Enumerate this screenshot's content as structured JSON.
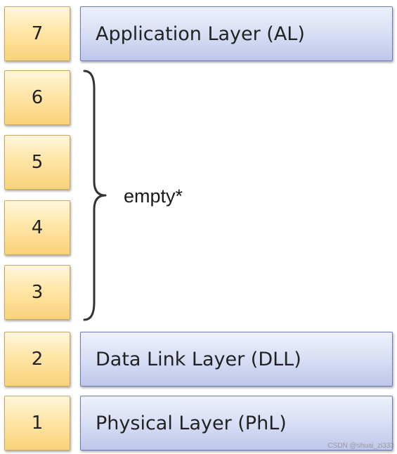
{
  "layers": [
    {
      "number": "7",
      "name": "Application Layer (AL)"
    },
    {
      "number": "6"
    },
    {
      "number": "5"
    },
    {
      "number": "4"
    },
    {
      "number": "3"
    },
    {
      "number": "2",
      "name": "Data Link Layer (DLL)"
    },
    {
      "number": "1",
      "name": "Physical Layer (PhL)"
    }
  ],
  "brace_label": "empty*",
  "watermark": "CSDN @shuai_zi333",
  "colors": {
    "number_box_fill": "#ffe6a8",
    "number_box_border": "#c9a866",
    "layer_box_fill": "#d6dcf3",
    "layer_box_border": "#6b7fb6",
    "brace_stroke": "#333333"
  }
}
